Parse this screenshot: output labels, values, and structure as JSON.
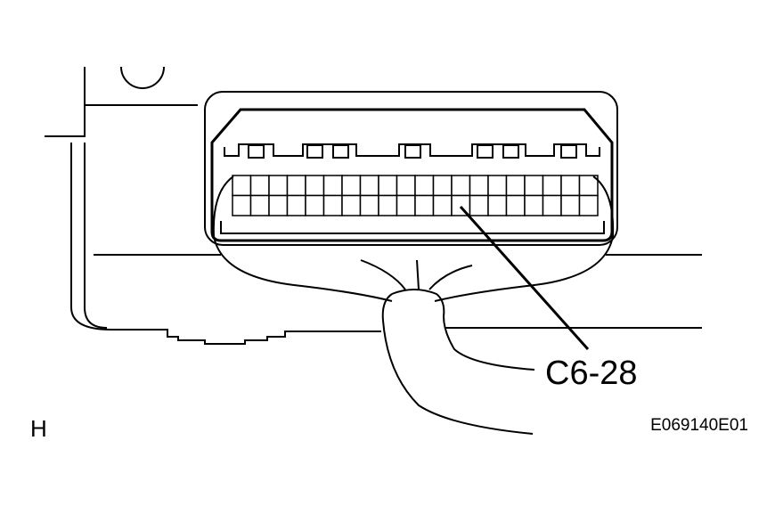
{
  "diagram": {
    "callout_label": "C6-28",
    "view_letter": "H",
    "figure_code": "E069140E01",
    "connector": {
      "terminal_rows": 2,
      "terminal_columns": 20,
      "pointed_terminal": 28,
      "numbering_start": "top-right"
    },
    "line_color": "#000000"
  }
}
